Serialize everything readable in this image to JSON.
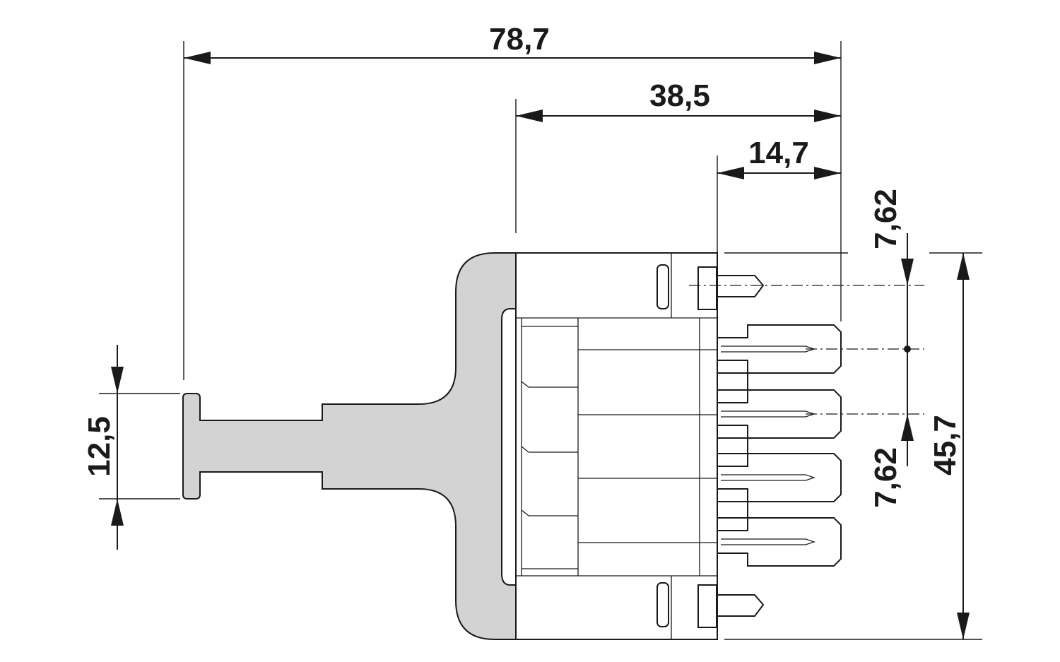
{
  "diagram": {
    "dimensions": {
      "overall_length": "78,7",
      "body_length": "38,5",
      "pin_length": "14,7",
      "pitch_top": "7,62",
      "pitch_bottom": "7,62",
      "overall_height": "45,7",
      "handle_width": "12,5"
    }
  }
}
